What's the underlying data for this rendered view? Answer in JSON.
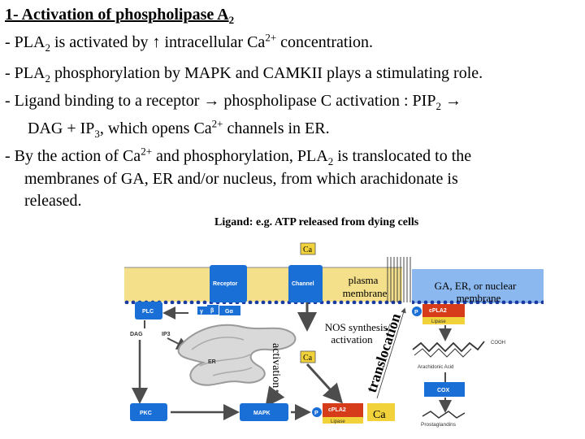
{
  "slide": {
    "title": {
      "pre": "1- Activation of phospholipase A",
      "sub": "2"
    },
    "bullet1": {
      "a": "- PLA",
      "a_sub": "2",
      "b": " is activated by ",
      "arrow": "↑",
      "c": " intracellular Ca",
      "c_sup": "2+",
      "d": " concentration."
    },
    "bullet2": {
      "a": "- PLA",
      "a_sub": "2",
      "b": " phosphorylation by MAPK and CAMKII plays a stimulating role."
    },
    "bullet3": {
      "a": "- Ligand binding to a receptor → phospholipase C activation : PIP",
      "a_sub": "2",
      "b": " →"
    },
    "bullet3_cont": {
      "a": "DAG + IP",
      "a_sub": "3",
      "b": ", which opens Ca",
      "b_sup": "2+",
      "c": " channels in ER."
    },
    "bullet4": {
      "a": "- By the action of Ca",
      "a_sup": "2+",
      "b": " and phosphorylation, PLA",
      "b_sub": "2",
      "c": " is translocated to the"
    },
    "bullet4_cont1": "membranes of GA, ER and/or nucleus, from which arachidonate is",
    "bullet4_cont2": "released."
  },
  "diagram": {
    "ligand_caption": "Ligand: e.g. ATP  released from dying cells",
    "plasma_membrane": "plasma\nmembrane",
    "ga_er_nuclear": "GA, ER, or nuclear\nmembrane",
    "nos_synthesis": "NOS synthesis/\nactivation",
    "translocation": "translocation",
    "activation": "activation",
    "ca_bottom": "Ca",
    "boxes": {
      "ca_top": "Ca",
      "receptor": "Receptor",
      "channel": "Channel",
      "plc": "PLC",
      "gamma": "γ",
      "beta": "β",
      "galpha": "Gα",
      "dag": "DAG",
      "ip3": "IP3",
      "er": "ER",
      "ca_er": "Ca",
      "pkc": "PKC",
      "mapk": "MAPK",
      "p": "P",
      "cpla2": "cPLA2",
      "lipase": "Lipase",
      "arachidonic": "Arachidonic Acid",
      "cox": "COX",
      "prostaglandins": "Prostaglandins",
      "cooh": "COOH"
    },
    "colors": {
      "membrane": "#f4e08a",
      "box_blue": "#1a6fd6",
      "box_red": "#d63b1a",
      "box_yellow": "#f2d23a",
      "ga_box": "#8bb8ee",
      "arrow": "#4d4d4d"
    }
  }
}
